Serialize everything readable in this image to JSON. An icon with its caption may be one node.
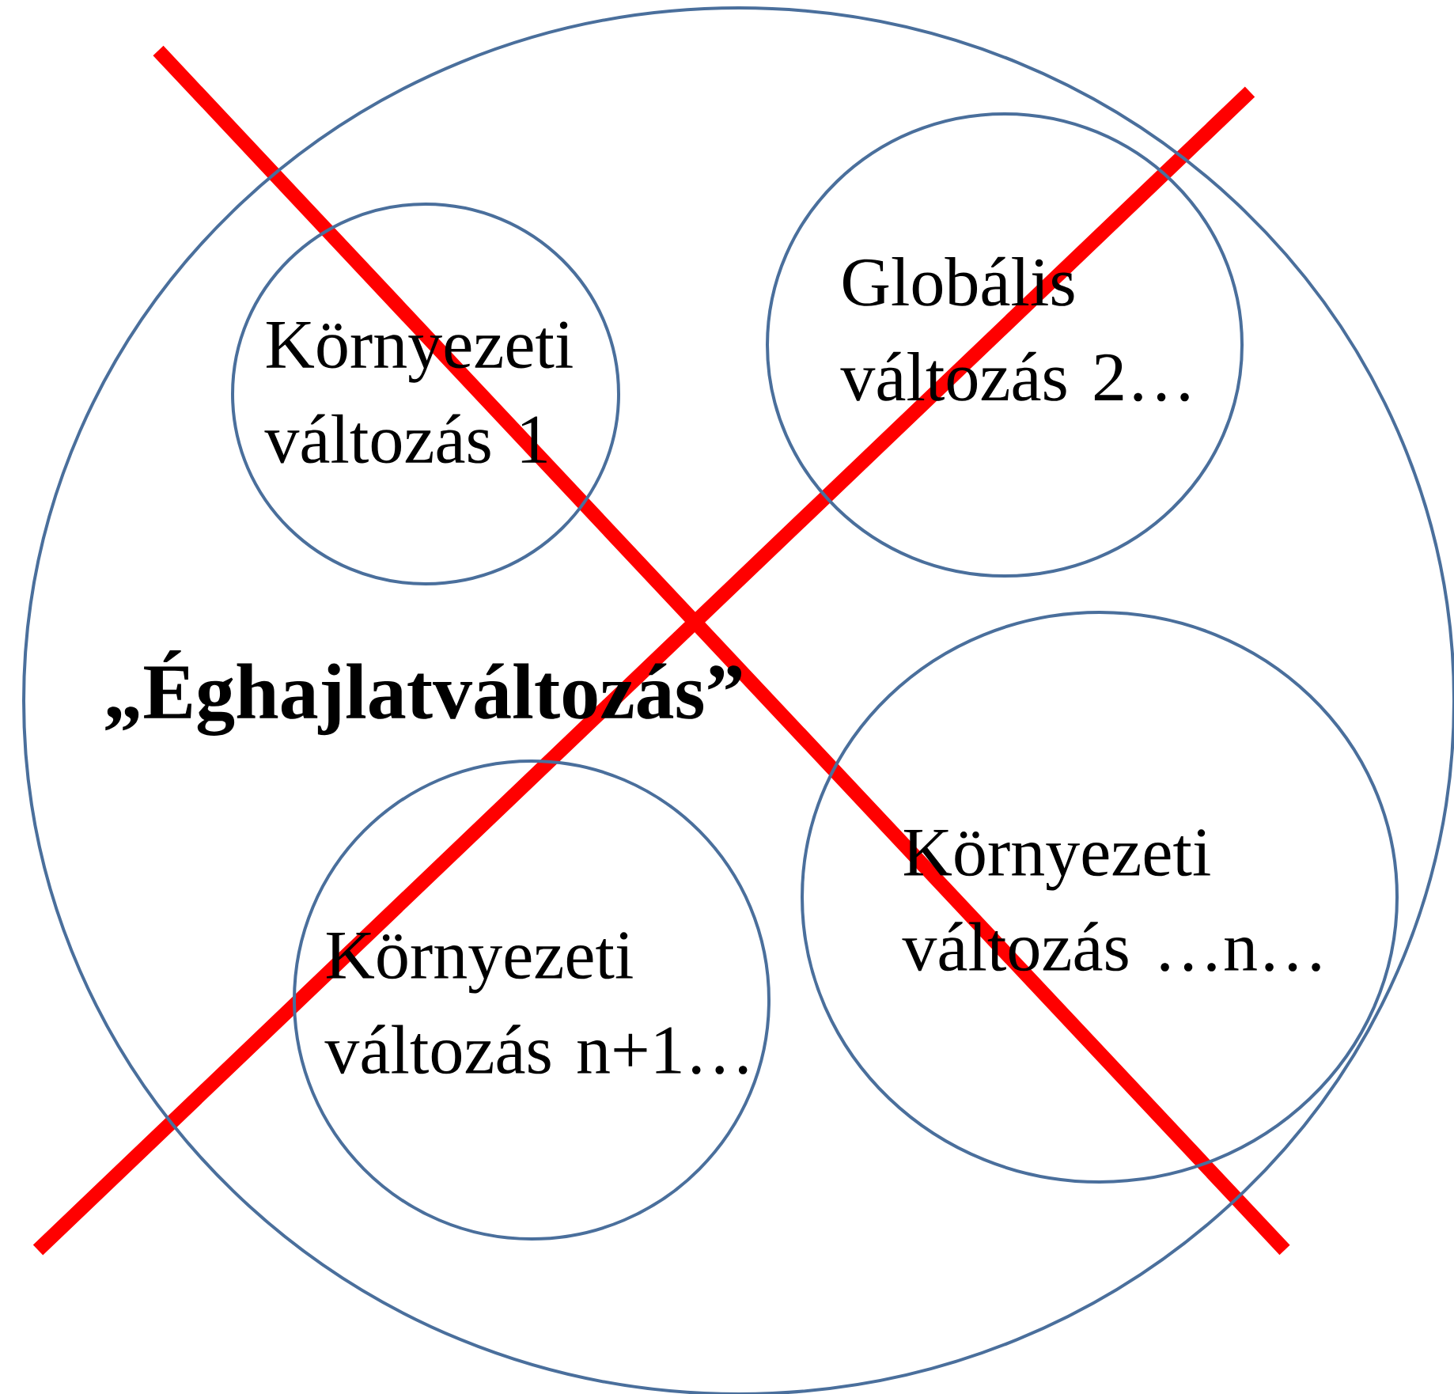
{
  "diagram": {
    "nodes": [
      {
        "text": [
          "„Éghajlatváltozás”"
        ]
      },
      {
        "text": [
          "Környezeti változás 1"
        ],
        "in": 0
      },
      {
        "text": [
          "Globális változás 2…"
        ],
        "in": 0
      },
      {
        "text": [
          "Környezeti változás …n…"
        ],
        "in": 0
      },
      {
        "text": [
          "Környezeti változás n+1…"
        ],
        "in": 0
      }
    ],
    "edges": []
  }
}
